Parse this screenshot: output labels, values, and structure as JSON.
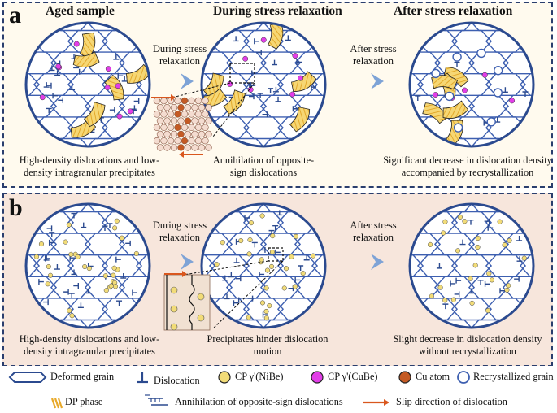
{
  "panel_a": {
    "label": "a",
    "titles": [
      "Aged sample",
      "During stress relaxation",
      "After stress relaxation"
    ],
    "arrow1_text": "During stress relaxation",
    "arrow2_text": "After stress relaxation",
    "captions": [
      "High-density dislocations and low-density intragranular precipitates",
      "Annihilation of opposite-sign dislocations",
      "Significant decrease in dislocation density accompanied by recrystallization"
    ]
  },
  "panel_b": {
    "label": "b",
    "arrow1_text": "During stress relaxation",
    "arrow2_text": "After stress relaxation",
    "captions": [
      "High-density dislocations and low-density intragranular precipitates",
      "Precipitates hinder dislocation motion",
      "Slight decrease in dislocation density without recrystallization"
    ]
  },
  "legend": {
    "deformed_grain": "Deformed grain",
    "dislocation": "Dislocation",
    "cp_nibe": "CP γ'(NiBe)",
    "cp_cube": "CP γ'(CuBe)",
    "cu_atom": "Cu atom",
    "recrystallized_grain": "Recrystallized grain",
    "dp_phase": "DP phase",
    "annihilation": "Annihilation of opposite-sign dislocations",
    "slip_direction": "Slip direction of dislocation"
  },
  "colors": {
    "grain_line": "#3d5fb0",
    "circle_outline": "#2b4a8f",
    "dp_yellow": "#f3c64e",
    "nibe": "#f2dc78",
    "cube": "#e23ee8",
    "cu": "#c45a24",
    "arrow_blue": "#7ea3d6",
    "slip": "#d9571e"
  }
}
